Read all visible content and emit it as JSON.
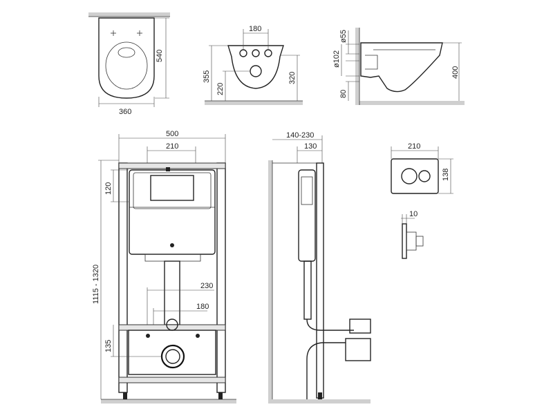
{
  "top_views": {
    "bowl_plan": {
      "width": "360",
      "depth": "540"
    },
    "bowl_back": {
      "bolt_spacing": "180",
      "height_a": "355",
      "height_b": "220",
      "height_c": "320"
    },
    "bowl_side": {
      "diam_small": "ø55",
      "diam_large": "ø102",
      "height": "400",
      "offset": "80"
    }
  },
  "frame_front": {
    "width": "500",
    "tank_width": "210",
    "tank_offset": "120",
    "height_range": "1115 - 1320",
    "bolt_a": "230",
    "bolt_b": "180",
    "drain_height": "135"
  },
  "frame_side": {
    "depth_range": "140-230",
    "depth": "130"
  },
  "flush_plate": {
    "width": "210",
    "height": "138",
    "thickness": "10"
  }
}
